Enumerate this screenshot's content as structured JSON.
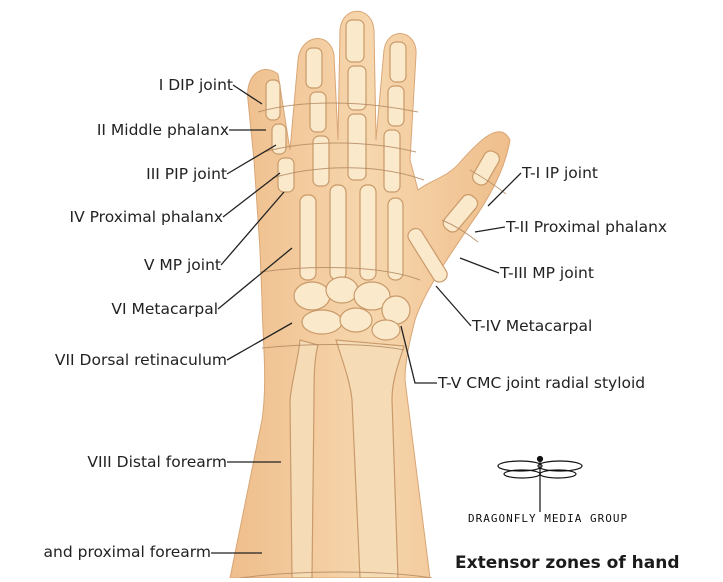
{
  "figure": {
    "caption": "Extensor zones of hand",
    "logo_text": "DRAGONFLY MEDIA GROUP",
    "finger_zones": [
      {
        "id": "I",
        "label": "I  DIP joint"
      },
      {
        "id": "II",
        "label": "II  Middle phalanx"
      },
      {
        "id": "III",
        "label": "III  PIP joint"
      },
      {
        "id": "IV",
        "label": "IV  Proximal phalanx"
      },
      {
        "id": "V",
        "label": "V  MP joint"
      },
      {
        "id": "VI",
        "label": "VI  Metacarpal"
      },
      {
        "id": "VII",
        "label": "VII  Dorsal retinaculum"
      },
      {
        "id": "VIII",
        "label": "VIII  Distal forearm"
      },
      {
        "id": "IX",
        "label": "and proximal forearm"
      }
    ],
    "thumb_zones": [
      {
        "id": "T-I",
        "label": "T-I  IP joint"
      },
      {
        "id": "T-II",
        "label": "T-II  Proximal phalanx"
      },
      {
        "id": "T-III",
        "label": "T-III  MP joint"
      },
      {
        "id": "T-IV",
        "label": "T-IV  Metacarpal"
      },
      {
        "id": "T-V",
        "label": "T-V  CMC joint radial styloid"
      }
    ],
    "colors": {
      "skin": "#f4cfa3",
      "skin_shadow": "#e7b585",
      "bone": "#fbe9cb",
      "bone_outline": "#c99a6a",
      "leader_line": "#222222",
      "zone_line": "#b58b63"
    }
  }
}
